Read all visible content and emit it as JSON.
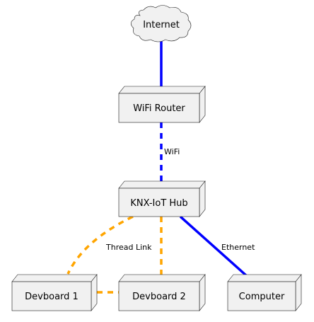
{
  "nodes": {
    "internet": {
      "label": "Internet"
    },
    "router": {
      "label": "WiFi Router"
    },
    "hub": {
      "label": "KNX-IoT Hub"
    },
    "devboard1": {
      "label": "Devboard 1"
    },
    "devboard2": {
      "label": "Devboard 2"
    },
    "computer": {
      "label": "Computer"
    }
  },
  "edges": {
    "wifi": {
      "label": "WiFi"
    },
    "thread": {
      "label": "Thread Link"
    },
    "ethernet": {
      "label": "Ethernet"
    }
  },
  "colors": {
    "wired": "#0000ff",
    "thread": "#ffa500",
    "node_fill": "#f1f1f1",
    "outline": "#181818"
  }
}
